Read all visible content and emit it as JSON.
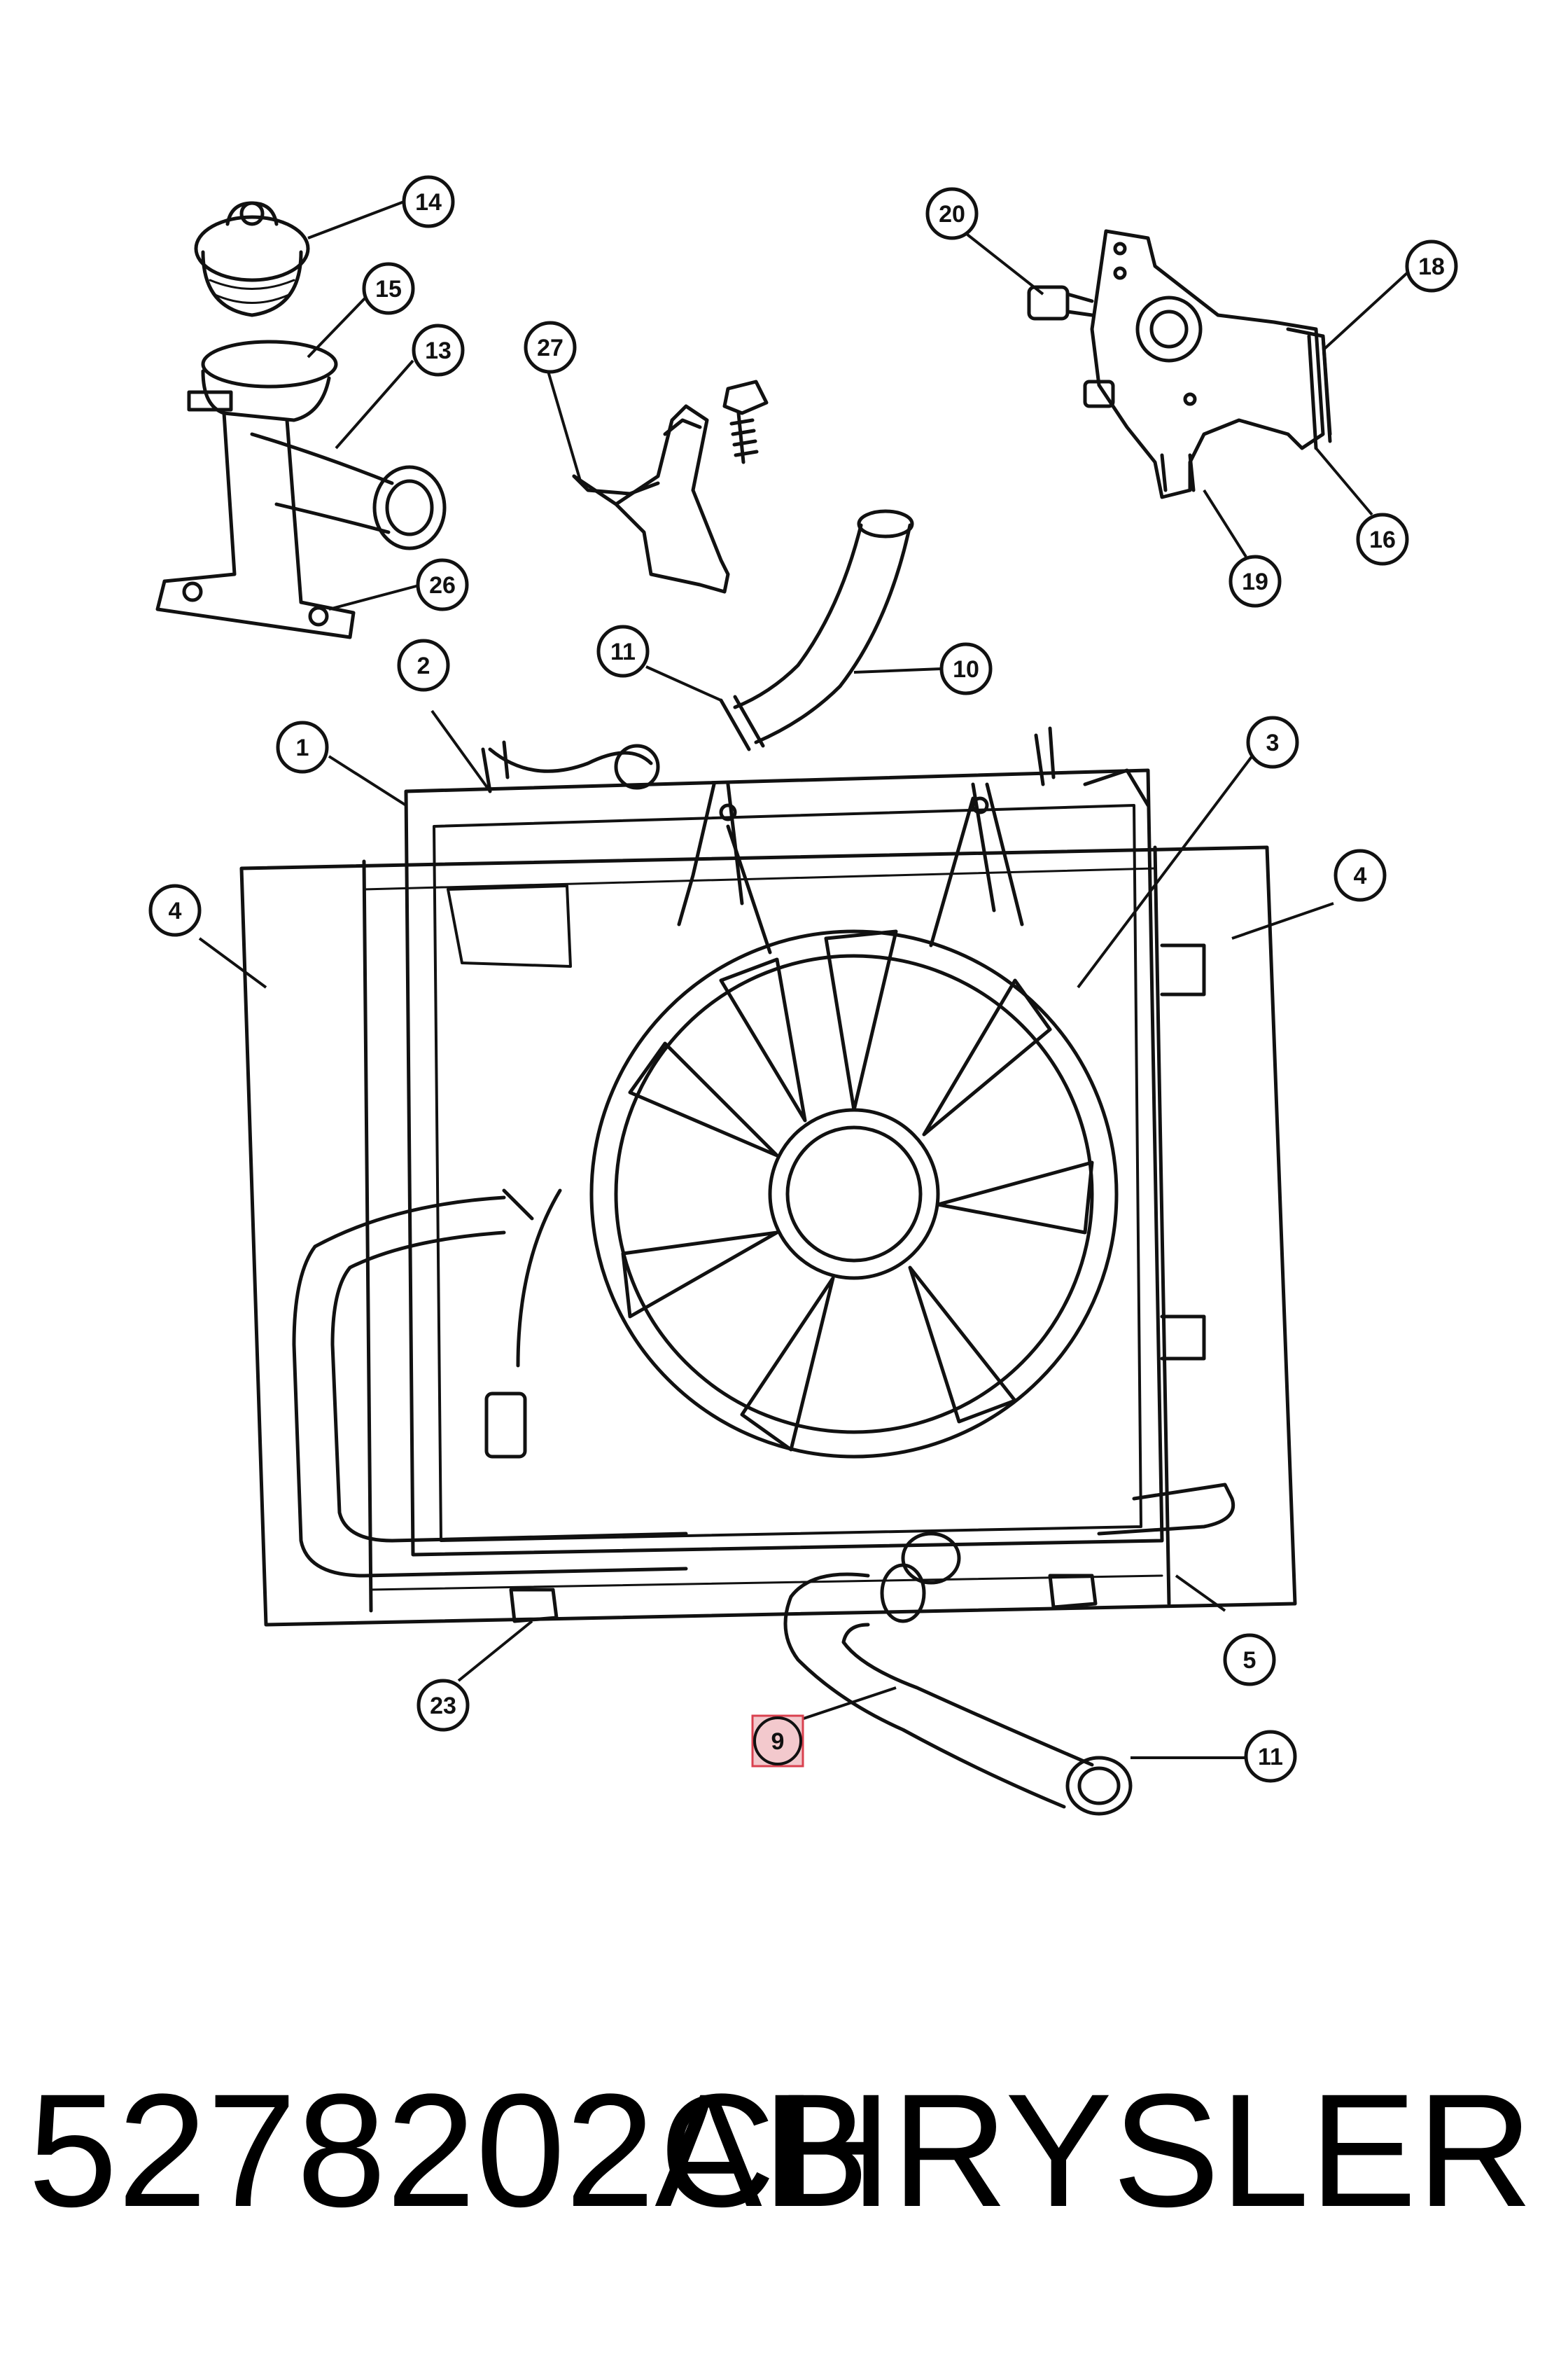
{
  "callouts": [
    {
      "id": "c14",
      "label": "14"
    },
    {
      "id": "c15",
      "label": "15"
    },
    {
      "id": "c13",
      "label": "13"
    },
    {
      "id": "c27",
      "label": "27"
    },
    {
      "id": "c26",
      "label": "26"
    },
    {
      "id": "c20",
      "label": "20"
    },
    {
      "id": "c18",
      "label": "18"
    },
    {
      "id": "c16",
      "label": "16"
    },
    {
      "id": "c19",
      "label": "19"
    },
    {
      "id": "c11a",
      "label": "11"
    },
    {
      "id": "c10",
      "label": "10"
    },
    {
      "id": "c2",
      "label": "2"
    },
    {
      "id": "c1",
      "label": "1"
    },
    {
      "id": "c3",
      "label": "3"
    },
    {
      "id": "c4a",
      "label": "4"
    },
    {
      "id": "c4b",
      "label": "4"
    },
    {
      "id": "c5",
      "label": "5"
    },
    {
      "id": "c23",
      "label": "23"
    },
    {
      "id": "c9",
      "label": "9",
      "highlighted": true
    },
    {
      "id": "c11b",
      "label": "11"
    }
  ],
  "caption": {
    "part_number": "5278202AB",
    "brand": "CHRYSLER"
  },
  "colors": {
    "line": "#111111",
    "highlight_fill": "#f3c9cd",
    "highlight_border": "#d9414f"
  }
}
